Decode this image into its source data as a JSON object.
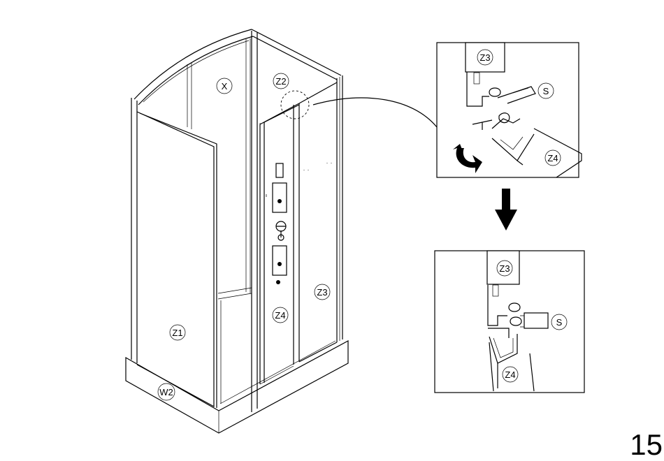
{
  "page_number": "15",
  "labels": {
    "x": "X",
    "z1": "Z1",
    "z2": "Z2",
    "z3": "Z3",
    "z4": "Z4",
    "w2": "W2",
    "s": "S"
  },
  "detail_top": {
    "z3": "Z3",
    "s": "S",
    "z4": "Z4"
  },
  "detail_bottom": {
    "z3": "Z3",
    "s": "S",
    "z4": "Z4"
  }
}
